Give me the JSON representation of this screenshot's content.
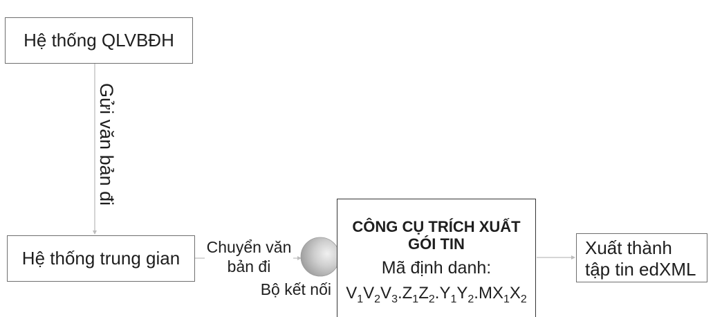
{
  "nodes": {
    "qlvbdh": {
      "label": "Hệ thống QLVBĐH"
    },
    "intermediate": {
      "label": "Hệ thống trung gian"
    },
    "connector": {
      "label": "Bộ kết nối"
    },
    "tool": {
      "title": [
        "CÔNG CỤ TRÍCH XUẤT",
        "GÓI TIN"
      ],
      "id_label": "Mã định danh:",
      "identifier": [
        {
          "base": "V",
          "sub": "1"
        },
        {
          "base": "V",
          "sub": "2"
        },
        {
          "base": "V",
          "sub": "3"
        },
        {
          "base": ".Z",
          "sub": "1"
        },
        {
          "base": "Z",
          "sub": "2"
        },
        {
          "base": ".Y",
          "sub": "1"
        },
        {
          "base": "Y",
          "sub": "2"
        },
        {
          "base": ".MX",
          "sub": "1"
        },
        {
          "base": "X",
          "sub": "2"
        }
      ]
    },
    "export": {
      "lines": [
        "Xuất thành",
        "tập tin edXML"
      ]
    }
  },
  "edges": {
    "send": {
      "label": "Gửi văn bản đi"
    },
    "transfer": {
      "lines": [
        "Chuyển văn",
        "bản đi"
      ]
    }
  },
  "colors": {
    "box_border": "#6e6e6e",
    "tool_border": "#333333",
    "line": "#bdbdbd",
    "text": "#1e1e1e",
    "connector_light": "#f0f0f0",
    "connector_dark": "#9a9a9a"
  }
}
